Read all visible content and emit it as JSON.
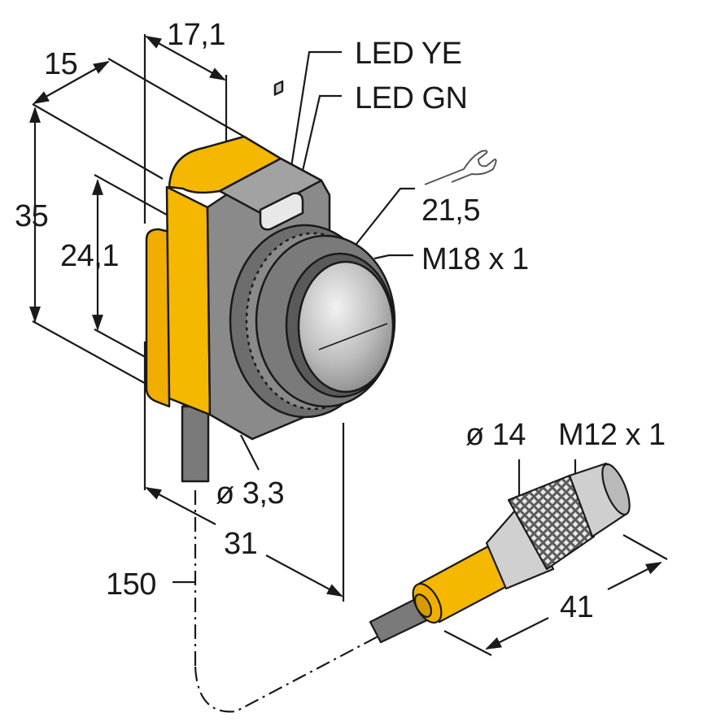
{
  "diagram": {
    "type": "dimensional drawing",
    "subject": "photoelectric sensor with M18 x 1 lens housing, cable and M12 connector",
    "units": "mm",
    "colors": {
      "housing_yellow": "#f5b700",
      "housing_yellow_dark": "#e0a400",
      "body_gray": "#8a8a8a",
      "body_gray_dark": "#6d6d6d",
      "lens_gray": "#c9c9c9",
      "line": "#1a1a1a",
      "cable_gray": "#7a7a7a",
      "connector_light": "#d0d0d0"
    }
  },
  "labels": {
    "width_15": "15",
    "depth_17_1": "17,1",
    "led_ye": "LED YE",
    "led_gn": "LED GN",
    "height_35": "35",
    "height_24_1": "24,1",
    "wrench_size": "21,5",
    "thread_m18": "M18 x 1",
    "cable_diameter": "ø 3,3",
    "length_31": "31",
    "cable_length": "150",
    "connector_diameter": "ø 14",
    "thread_m12": "M12 x 1",
    "connector_length": "41"
  },
  "icons": {
    "wrench": "wrench-icon"
  }
}
